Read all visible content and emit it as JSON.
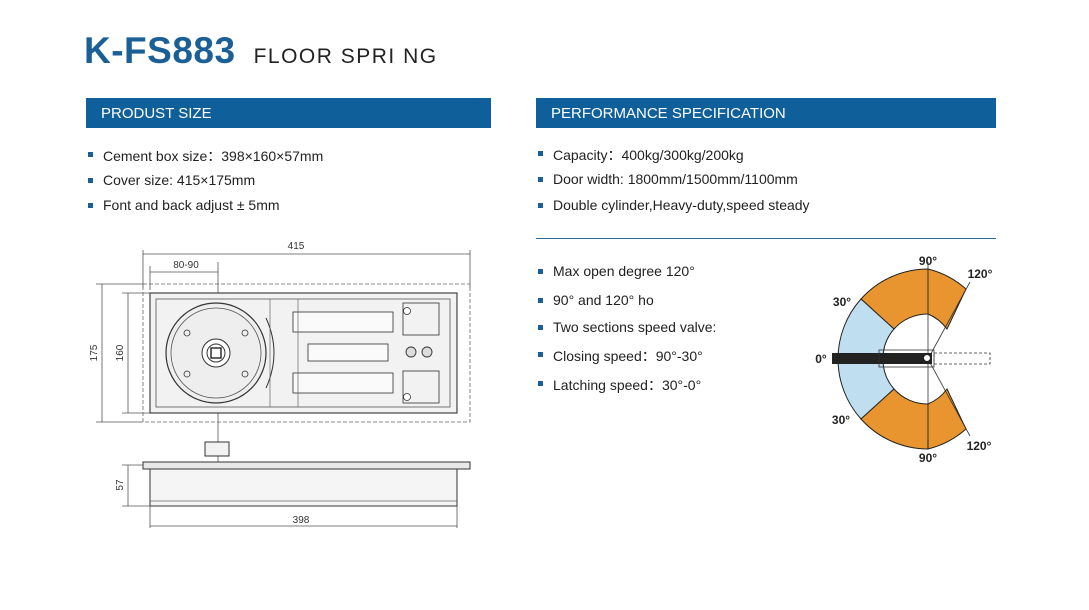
{
  "header": {
    "model": "K-FS883",
    "subtitle": "FLOOR SPRI NG"
  },
  "size_section": {
    "title": "PRODUST SIZE",
    "items": [
      "Cement box size：398×160×57mm",
      "Cover size:   415×175mm",
      "Font and back adjust ± 5mm"
    ]
  },
  "spec_section": {
    "title": "PERFORMANCE SPECIFICATION",
    "items": [
      "Capacity：400kg/300kg/200kg",
      "Door width:   1800mm/1500mm/1100mm",
      "Double cylinder,Heavy-duty,speed steady"
    ],
    "items2": [
      "Max open degree 120°",
      "90° and 120° ho",
      "Two sections speed valve:",
      "Closing speed：90°-30°",
      "Latching speed：30°-0°"
    ]
  },
  "drawing": {
    "dim_415": "415",
    "dim_80_90": "80-90",
    "dim_175": "175",
    "dim_160": "160",
    "dim_57": "57",
    "dim_398": "398"
  },
  "angle_diagram": {
    "label_90_top": "90°",
    "label_120_top": "120°",
    "label_30_top": "30°",
    "label_0": "0°",
    "label_30_bottom": "30°",
    "label_90_bottom": "90°",
    "label_120_bottom": "120°",
    "colors": {
      "orange": "#e8952f",
      "light_blue": "#bfdff1"
    }
  }
}
